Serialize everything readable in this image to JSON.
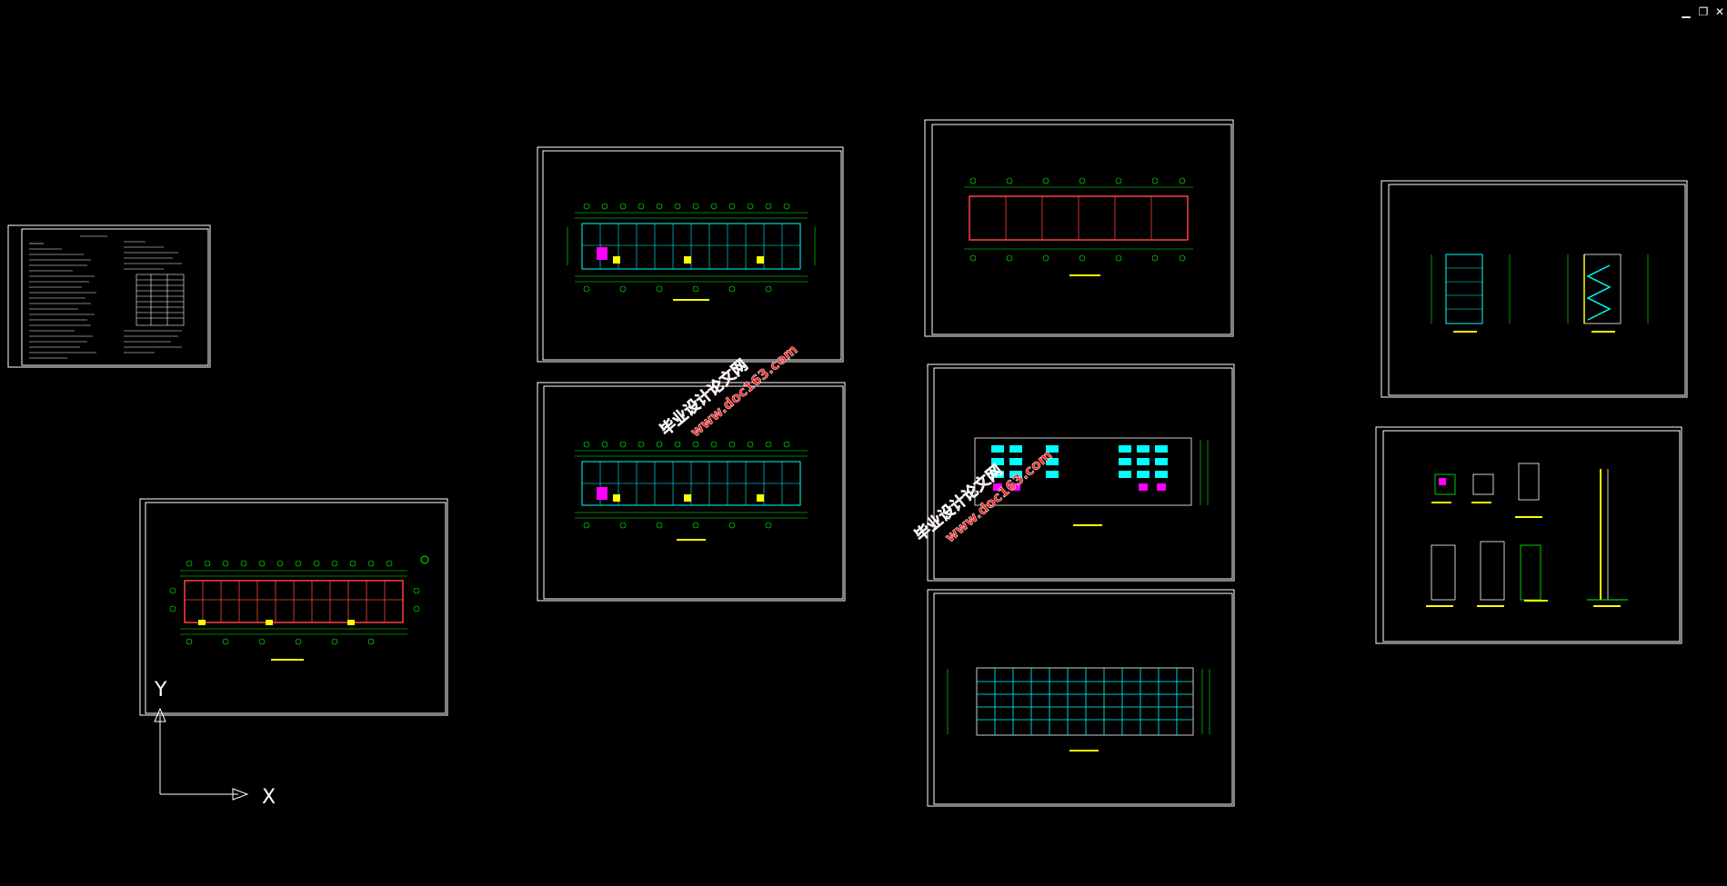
{
  "window_controls": {
    "minimize": "▁",
    "restore": "❐",
    "close": "✕"
  },
  "ucs": {
    "x_label": "X",
    "y_label": "Y"
  },
  "watermark": {
    "line1": "毕业设计论文网",
    "line2": "www.doc163.com"
  },
  "colors": {
    "background": "#000000",
    "frame": "#ffffff",
    "grid": "#00ff00",
    "walls": "#ff4040",
    "cyan": "#00ffff",
    "magenta": "#ff00ff",
    "yellow": "#ffff00",
    "watermark": "#ff2020"
  }
}
